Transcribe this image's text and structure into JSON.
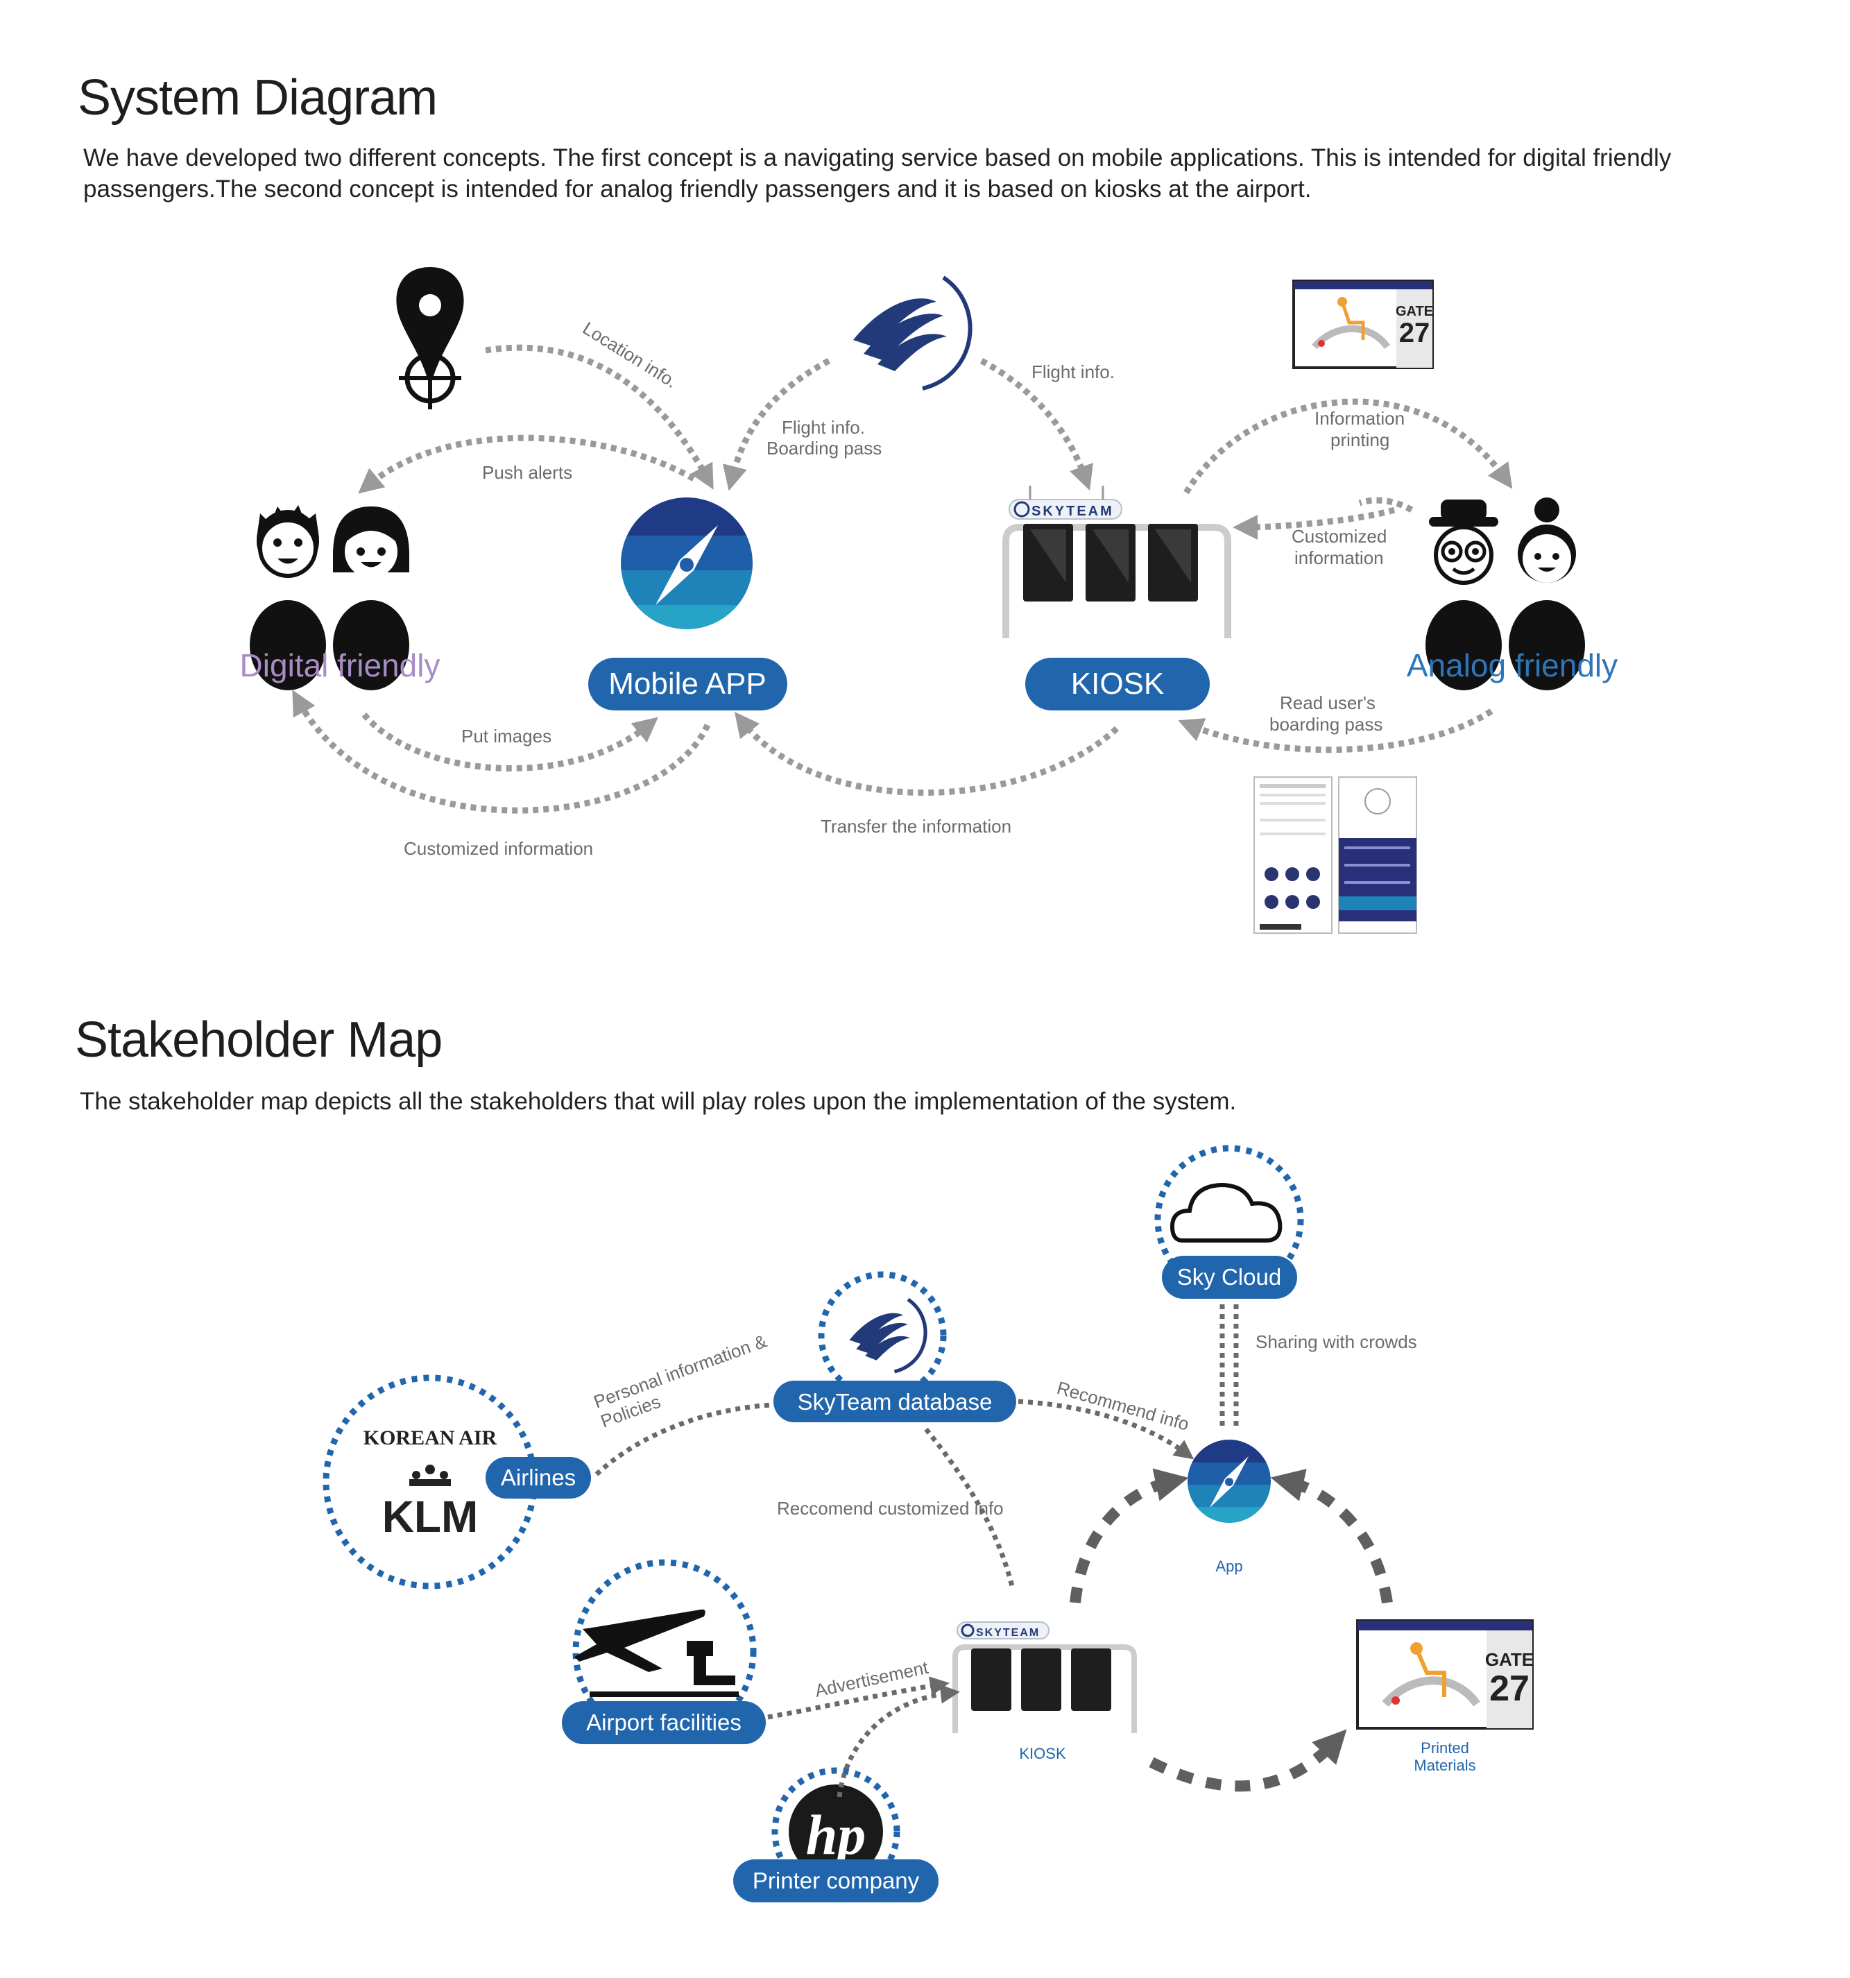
{
  "system": {
    "title": "System Diagram",
    "description": "We have developed two different concepts. The first concept is a navigating service based on mobile applications. This is intended for digital friendly passengers.The second concept is intended for analog friendly passengers and it is based on kiosks at the airport.",
    "nodes": {
      "mobile_app": "Mobile APP",
      "kiosk": "KIOSK",
      "digital_friendly": "Digital friendly",
      "analog_friendly": "Analog friendly"
    },
    "gate_card": {
      "title": "GATE",
      "number": "27"
    },
    "skyteam_label": "SKYTEAM",
    "edges": {
      "location_info": "Location info.",
      "push_alerts": "Push alerts",
      "flight_info_app_1": "Flight info.",
      "flight_info_app_2": "Boarding pass",
      "flight_info_kiosk": "Flight info.",
      "info_printing_1": "Information",
      "info_printing_2": "printing",
      "customized_1": "Customized",
      "customized_2": "information",
      "read_boarding_1": "Read user's",
      "read_boarding_2": "boarding pass",
      "put_images": "Put images",
      "customized_information": "Customized information",
      "transfer": "Transfer the information"
    }
  },
  "stakeholder": {
    "title": "Stakeholder Map",
    "description": "The stakeholder map depicts all the stakeholders that will play roles upon the implementation of the system.",
    "nodes": {
      "sky_cloud": "Sky Cloud",
      "skyteam_db": "SkyTeam database",
      "airlines": "Airlines",
      "airport": "Airport facilities",
      "printer": "Printer company",
      "app": "App",
      "kiosk": "KIOSK",
      "printed_1": "Printed",
      "printed_2": "Materials"
    },
    "logos": {
      "korean_air": "KOREAN AIR",
      "klm": "KLM",
      "hp": "hp"
    },
    "edges": {
      "sharing": "Sharing with crowds",
      "personal_1": "Personal information &",
      "personal_2": "Policies",
      "recommend": "Recommend info",
      "recommend_custom": "Reccomend customized info",
      "advertisement": "Advertisement"
    }
  },
  "colors": {
    "brand_blue": "#2166ad",
    "purple": "#a98bc6",
    "arrow_gray": "#9a9a9a"
  }
}
